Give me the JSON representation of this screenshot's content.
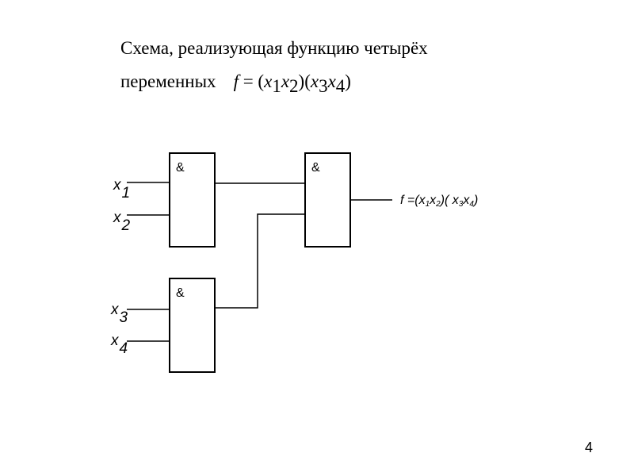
{
  "title": {
    "line1": "Схема, реализующая функцию четырёх",
    "line2": "переменных",
    "formula": {
      "f": "f",
      "eq": " = (",
      "x": "x",
      "s1": "1",
      "s2": "2",
      "mid": ")(",
      "s3": "3",
      "s4": "4",
      "close": ")"
    }
  },
  "gates": {
    "g1": "&",
    "g2": "&",
    "g3": "&"
  },
  "inputs": {
    "x1": {
      "name": "x",
      "sub": "1"
    },
    "x2": {
      "name": "x",
      "sub": "2"
    },
    "x3": {
      "name": "x",
      "sub": "3"
    },
    "x4": {
      "name": "x",
      "sub": "4"
    }
  },
  "output": {
    "f": "f",
    "eq": " =(x",
    "s1": "1",
    "x2": "x",
    "s2": "2",
    "mid": ")( x",
    "s3": "3",
    "x4": "x",
    "s4": "4",
    "close": ")"
  },
  "page_number": "4"
}
